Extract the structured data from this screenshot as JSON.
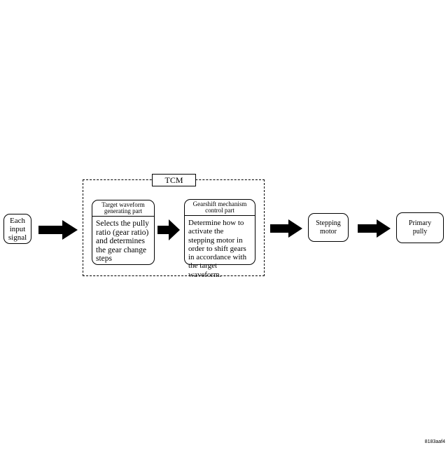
{
  "nodes": {
    "input": "Each input signal",
    "tcm": "TCM",
    "target_header": "Target waveform generating part",
    "target_body": "Selects the pully ratio (gear ratio) and determines the gear change steps",
    "gearshift_header": "Gearshift mechanism control part",
    "gearshift_body": "Determine how to activate the stepping motor in order to shift gears in accordance with the target waveform.",
    "stepping": "Stepping motor",
    "primary": "Primary pully"
  },
  "code": "8183aaf4"
}
